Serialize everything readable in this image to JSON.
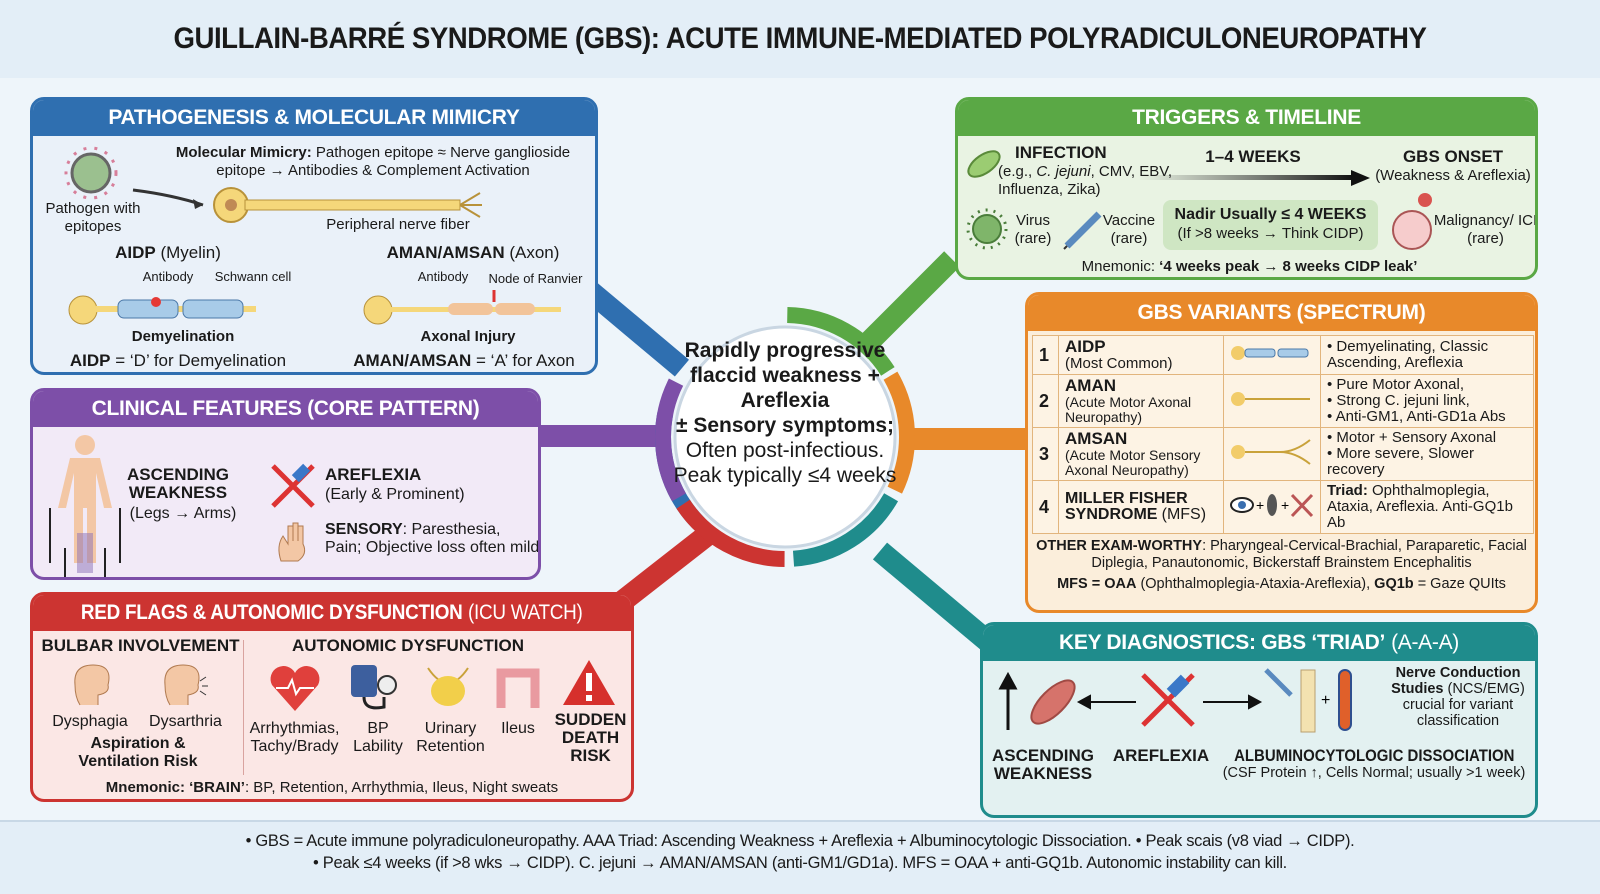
{
  "title": "GUILLAIN-BARRÉ SYNDROME (GBS): ACUTE IMMUNE-MEDIATED POLYRADICULONEUROPATHY",
  "colors": {
    "blue": "#2f6fb0",
    "purple": "#7d4fa8",
    "red": "#cc3431",
    "green": "#5aa845",
    "orange": "#e8892a",
    "teal": "#1f8c8c"
  },
  "center": {
    "line1": "Rapidly progressive flaccid weakness + Areflexia",
    "line2": "± Sensory symptoms;",
    "line3": "Often post-infectious. Peak typically ≤4 weeks"
  },
  "pathogenesis": {
    "title": "PATHOGENESIS & MOLECULAR MIMICRY",
    "mimicry_bold": "Molecular Mimicry:",
    "mimicry_text": "Pathogen epitope ≈ Nerve ganglioside epitope → Antibodies & Complement Activation",
    "pathogen": "Pathogen with epitopes",
    "nerve": "Peripheral nerve fiber",
    "aidp_bold": "AIDP",
    "aidp_rest": "(Myelin)",
    "aman_bold": "AMAN/AMSAN",
    "aman_rest": "(Axon)",
    "antibody": "Antibody",
    "schwann": "Schwann cell",
    "node": "Node of Ranvier",
    "demyel": "Demyelination",
    "axonal": "Axonal Injury",
    "aidp_mn_bold": "AIDP",
    "aidp_mn": "= ‘D’ for Demyelination",
    "aman_mn_bold": "AMAN/AMSAN",
    "aman_mn": "= ‘A’ for Axon"
  },
  "clinical": {
    "title": "CLINICAL FEATURES (CORE PATTERN)",
    "asc_bold": "ASCENDING WEAKNESS",
    "asc": "(Legs → Arms)",
    "are_bold": "AREFLEXIA",
    "are": "(Early & Prominent)",
    "sens_bold": "SENSORY",
    "sens": ": Paresthesia, Pain; Objective loss often mild"
  },
  "redflags": {
    "title": "RED FLAGS & AUTONOMIC DYSFUNCTION",
    "title_light": "(ICU WATCH)",
    "bulbar": "BULBAR INVOLVEMENT",
    "autonomic": "AUTONOMIC DYSFUNCTION",
    "dysphagia": "Dysphagia",
    "dysarthria": "Dysarthria",
    "aspiration": "Aspiration & Ventilation Risk",
    "items": [
      "Arrhythmias, Tachy/Brady",
      "BP Lability",
      "Urinary Retention",
      "Ileus"
    ],
    "sudden": "SUDDEN DEATH RISK",
    "mn_bold": "Mnemonic: ‘BRAIN’",
    "mn": ": BP, Retention, Arrhythmia, Ileus, Night sweats"
  },
  "triggers": {
    "title": "TRIGGERS & TIMELINE",
    "infection": "INFECTION",
    "infection_pre": "(e.g.,",
    "cjejuni": "C. jejuni",
    "infection_post": ", CMV, EBV, Influenza, Zika)",
    "weeks": "1–4 WEEKS",
    "onset": "GBS ONSET",
    "onset_sub": "(Weakness & Areflexia)",
    "virus": "Virus (rare)",
    "vaccine": "Vaccine (rare)",
    "nadir_bold": "Nadir Usually ≤ 4 WEEKS",
    "nadir": "(If >8 weeks → Think CIDP)",
    "malig": "Malignancy/ ICI (rare)",
    "mn": "Mnemonic:",
    "mn_bold": "‘4 weeks peak → 8 weeks CIDP leak’"
  },
  "variants": {
    "title": "GBS VARIANTS (SPECTRUM)",
    "rows": [
      {
        "num": "1",
        "name": "AIDP",
        "sub": "(Most Common)",
        "desc": [
          "Demyelinating, Classic Ascending, Areflexia"
        ]
      },
      {
        "num": "2",
        "name": "AMAN",
        "sub": "(Acute Motor Axonal Neuropathy)",
        "desc": [
          "Pure Motor Axonal,",
          "Strong C. jejuni link,",
          "Anti-GM1, Anti-GD1a Abs"
        ]
      },
      {
        "num": "3",
        "name": "AMSAN",
        "sub": "(Acute Motor Sensory Axonal Neuropathy)",
        "desc": [
          "Motor + Sensory Axonal",
          "More severe, Slower recovery"
        ]
      },
      {
        "num": "4",
        "name": "MILLER FISHER SYNDROME",
        "sub": "(MFS)",
        "desc_bold": "Triad:",
        "desc_text": "Ophthalmoplegia, Ataxia, Areflexia. Anti-GQ1b Ab"
      }
    ],
    "other_bold": "OTHER EXAM-WORTHY",
    "other": ": Pharyngeal-Cervical-Brachial, Paraparetic, Facial Diplegia, Panautonomic, Bickerstaff Brainstem Encephalitis",
    "mfs_bold": "MFS = OAA",
    "mfs": "(Ophthalmoplegia-Ataxia-Areflexia),",
    "gq_bold": "GQ1b",
    "gq": "= Gaze QUIts"
  },
  "diagnostics": {
    "title": "KEY DIAGNOSTICS: GBS ‘TRIAD’",
    "title_light": "(A-A-A)",
    "asc": "ASCENDING WEAKNESS",
    "are": "AREFLEXIA",
    "alb": "ALBUMINOCYTOLOGIC DISSOCIATION",
    "alb_sub": "(CSF Protein ↑, Cells Normal; usually >1 week)",
    "ncs_bold": "Nerve Conduction Studies",
    "ncs": "(NCS/EMG) crucial for variant classification"
  },
  "footer": {
    "line1": "• GBS = Acute immune polyradiculoneuropathy. AAA Triad: Ascending Weakness + Areflexia + Albuminocytologic Dissociation. • Peak scais (v8 viad → CIDP).",
    "line2": "• Peak ≤4 weeks (if >8 wks → CIDP). C. jejuni → AMAN/AMSAN (anti-GM1/GD1a). MFS = OAA + anti-GQ1b. Autonomic instability can kill."
  }
}
